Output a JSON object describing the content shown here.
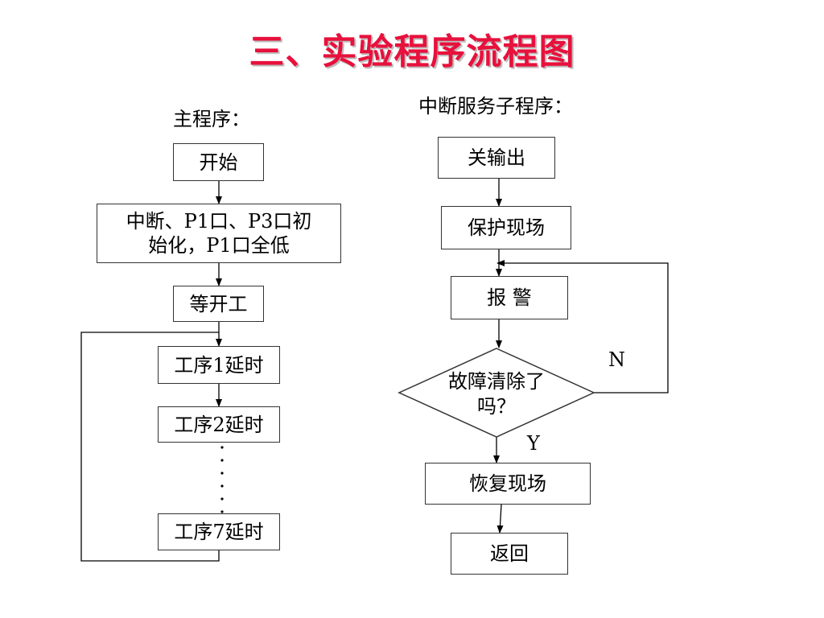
{
  "title": "三、实验程序流程图",
  "main_program": {
    "heading": "主程序：",
    "start": "开始",
    "init_line1": "中断、P1口、P3口初",
    "init_line2": "始化，P1口全低",
    "wait": "等开工",
    "step1": "工序1延时",
    "step2": "工序2延时",
    "step7": "工序7延时"
  },
  "interrupt_program": {
    "heading": "中断服务子程序：",
    "close_output": "关输出",
    "save_context": "保护现场",
    "alarm": "报 警",
    "decision_line1": "故障清除了",
    "decision_line2": "吗？",
    "no_label": "N",
    "yes_label": "Y",
    "restore_context": "恢复现场",
    "return": "返回"
  }
}
